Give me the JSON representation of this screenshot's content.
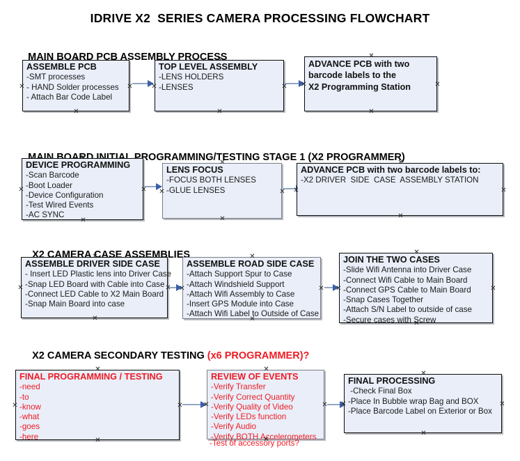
{
  "document": {
    "title": "IDRIVE X2  SERIES CAMERA PROCESSING FLOWCHART"
  },
  "sections": [
    {
      "id": "main-board-pcb-assembly",
      "heading": "MAIN BOARD PCB ASSEMBLY PROCESS",
      "heading_red": "",
      "nodes": [
        {
          "id": "assemble-pcb",
          "title": "ASSEMBLE PCB",
          "lines": [
            "-SMT processes",
            "- HAND Solder processes",
            "- Attach Bar Code Label"
          ]
        },
        {
          "id": "top-level-assembly",
          "title": "TOP LEVEL ASSEMBLY",
          "lines": [
            "-LENS HOLDERS",
            "-LENSES"
          ]
        },
        {
          "id": "advance-pcb-programming-station",
          "title": "ADVANCE PCB with two\nbarcode labels to the\n X2 Programming Station",
          "lines": []
        }
      ]
    },
    {
      "id": "main-board-initial-programming",
      "heading": "MAIN BOARD INITIAL PROGRAMMING/TESTING STAGE 1 (X2 PROGRAMMER)",
      "heading_red": "",
      "nodes": [
        {
          "id": "device-programming",
          "title": "DEVICE PROGRAMMING",
          "lines": [
            "-Scan Barcode",
            "-Boot Loader",
            "-Device Configuration",
            "-Test Wired Events",
            "-AC SYNC"
          ]
        },
        {
          "id": "lens-focus",
          "title": "LENS FOCUS",
          "lines": [
            "-FOCUS BOTH LENSES",
            "-GLUE LENSES"
          ]
        },
        {
          "id": "advance-pcb-driver-side-case",
          "title": "ADVANCE PCB with two barcode labels to:",
          "lines": [
            "-X2 DRIVER  SIDE  CASE  ASSEMBLY STATION"
          ]
        }
      ]
    },
    {
      "id": "x2-camera-case-assemblies",
      "heading": "X2 CAMERA CASE ASSEMBLIES",
      "heading_red": "",
      "nodes": [
        {
          "id": "assemble-driver-side-case",
          "title": "ASSEMBLE DRIVER SIDE CASE",
          "lines": [
            "- Insert LED Plastic lens into Driver Case",
            "-Snap LED Board with Cable into Case",
            "-Connect LED Cable to X2 Main Board",
            "-Snap Main Board into case"
          ]
        },
        {
          "id": "assemble-road-side-case",
          "title": "ASSEMBLE ROAD SIDE CASE",
          "lines": [
            "-Attach Support Spur to Case",
            "-Attach Windshield Support",
            "-Attach Wifi Assembly to Case",
            "-Insert GPS Module into Case",
            "-Attach Wifi Label to Outside of Case"
          ]
        },
        {
          "id": "join-the-two-cases",
          "title": "JOIN THE TWO CASES",
          "lines": [
            "-Slide Wifi Antenna into Driver Case",
            "-Connect Wifi Cable to Main Board",
            "-Connect GPS Cable to Main Board",
            "-Snap Cases Together",
            "-Attach S/N Label to outside of case",
            "-Secure cases with Screw"
          ]
        }
      ]
    },
    {
      "id": "x2-camera-secondary-testing",
      "heading": "X2 CAMERA SECONDARY TESTING ",
      "heading_red": "(x6 PROGRAMMER)?",
      "nodes": [
        {
          "id": "final-programming-testing",
          "title": "FINAL PROGRAMMING / TESTING",
          "lines": [
            "-need",
            "-to",
            "-know",
            "-what",
            "-goes",
            "-here"
          ]
        },
        {
          "id": "review-of-events",
          "title": "REVIEW OF EVENTS",
          "lines": [
            "-Verify Transfer",
            "-Verify Correct Quantity",
            "-Verify Quality of Video",
            "-Verify LEDs function",
            "-Verify Audio",
            "-Verify BOTH Accelerometers"
          ],
          "overflow_line": "-Test of accessory ports?"
        },
        {
          "id": "final-processing",
          "title": "FINAL PROCESSING",
          "lines": [
            " -Check Final Box",
            "-Place In Bubble wrap Bag and BOX",
            "-Place Barcode Label on Exterior or Box"
          ]
        }
      ]
    }
  ],
  "colors": {
    "box_fill": "#e9eef8",
    "box_border": "#0a0a0a",
    "arrow_line": "#92a7c4",
    "arrow_head": "#3a5fa8",
    "red_text": "#ee1c25",
    "black_text": "#000000"
  }
}
